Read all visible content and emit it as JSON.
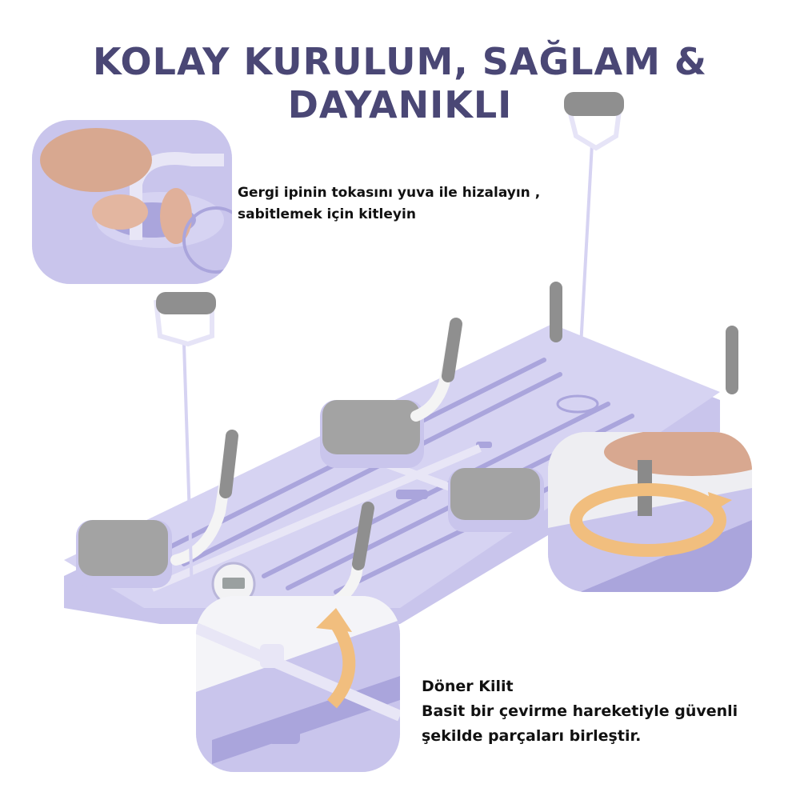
{
  "title": "KOLAY KURULUM, SAĞLAM & DAYANIKLI",
  "captions": {
    "top": [
      "Gergi ipinin tokasını yuva ile hizalayın ,",
      "sabitlemek için kitleyin"
    ],
    "bottom_title": "Döner Kilit",
    "bottom_lines": [
      "Basit bir çevirme hareketiyle güvenli",
      "şekilde parçaları birleştir."
    ]
  },
  "colors": {
    "title": "#4a4775",
    "board": "#c9c5ec",
    "board_dark": "#aaa5dc",
    "pad": "#a3a3a3",
    "handle_grip": "#8f8f8f",
    "arrow": "#f1be7e"
  },
  "icons": [
    "hand-icon",
    "rotate-arrow-icon",
    "counter-display-icon",
    "handle-icon"
  ]
}
